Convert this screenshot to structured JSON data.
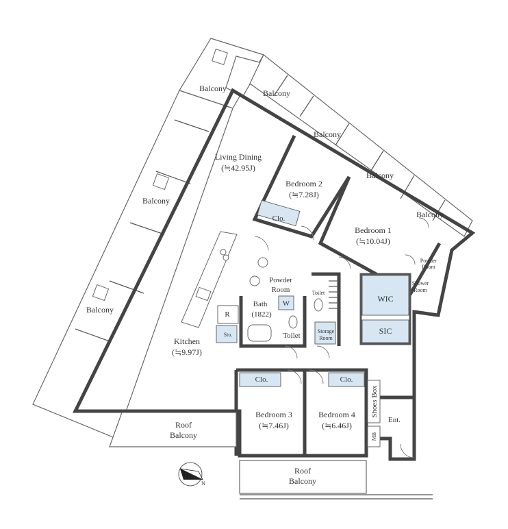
{
  "rooms": {
    "living_dining": {
      "name": "Living Dining",
      "area": "(≒42.95J)"
    },
    "kitchen": {
      "name": "Kitchen",
      "area": "(≒9.97J)"
    },
    "bedroom1": {
      "name": "Bedroom 1",
      "area": "(≒10.04J)"
    },
    "bedroom2": {
      "name": "Bedroom 2",
      "area": "(≒7.28J)"
    },
    "bedroom3": {
      "name": "Bedroom 3",
      "area": "(≒7.46J)"
    },
    "bedroom4": {
      "name": "Bedroom 4",
      "area": "(≒6.46J)"
    },
    "powder_room_main": "Powder Room",
    "powder_room_small": "Powder Room",
    "shower_room": "Shower Room",
    "bath": {
      "name": "Bath",
      "size": "(1822)"
    },
    "toilet_upper": "Toilet",
    "toilet_lower": "Toilet",
    "storage_room": "Storage Room",
    "wic": "WIC",
    "sic": "SIC",
    "shoes_box": "Shoes Box",
    "mb": "MB",
    "entrance": "Ent.",
    "refrigerator": "R",
    "sto": "Sto.",
    "washer": "W"
  },
  "closets": {
    "clo_bedroom2": "Clo.",
    "clo_bedroom3": "Clo.",
    "clo_bedroom4": "Clo."
  },
  "balconies": {
    "top_left": "Balcony",
    "top_middle": "Balcony",
    "top_right1": "Balcony",
    "top_right2": "Balcony",
    "right": "Balcony",
    "left_middle": "Balcony",
    "left_lower": "Balcony",
    "roof_left": [
      "Roof",
      "Balcony"
    ],
    "roof_bottom": [
      "Roof",
      "Balcony"
    ]
  },
  "compass": {
    "north_label": "N",
    "icon": "compass-arrow-icon"
  },
  "colors": {
    "closet_fill": "#d6e7f3",
    "wall": "#444444"
  }
}
